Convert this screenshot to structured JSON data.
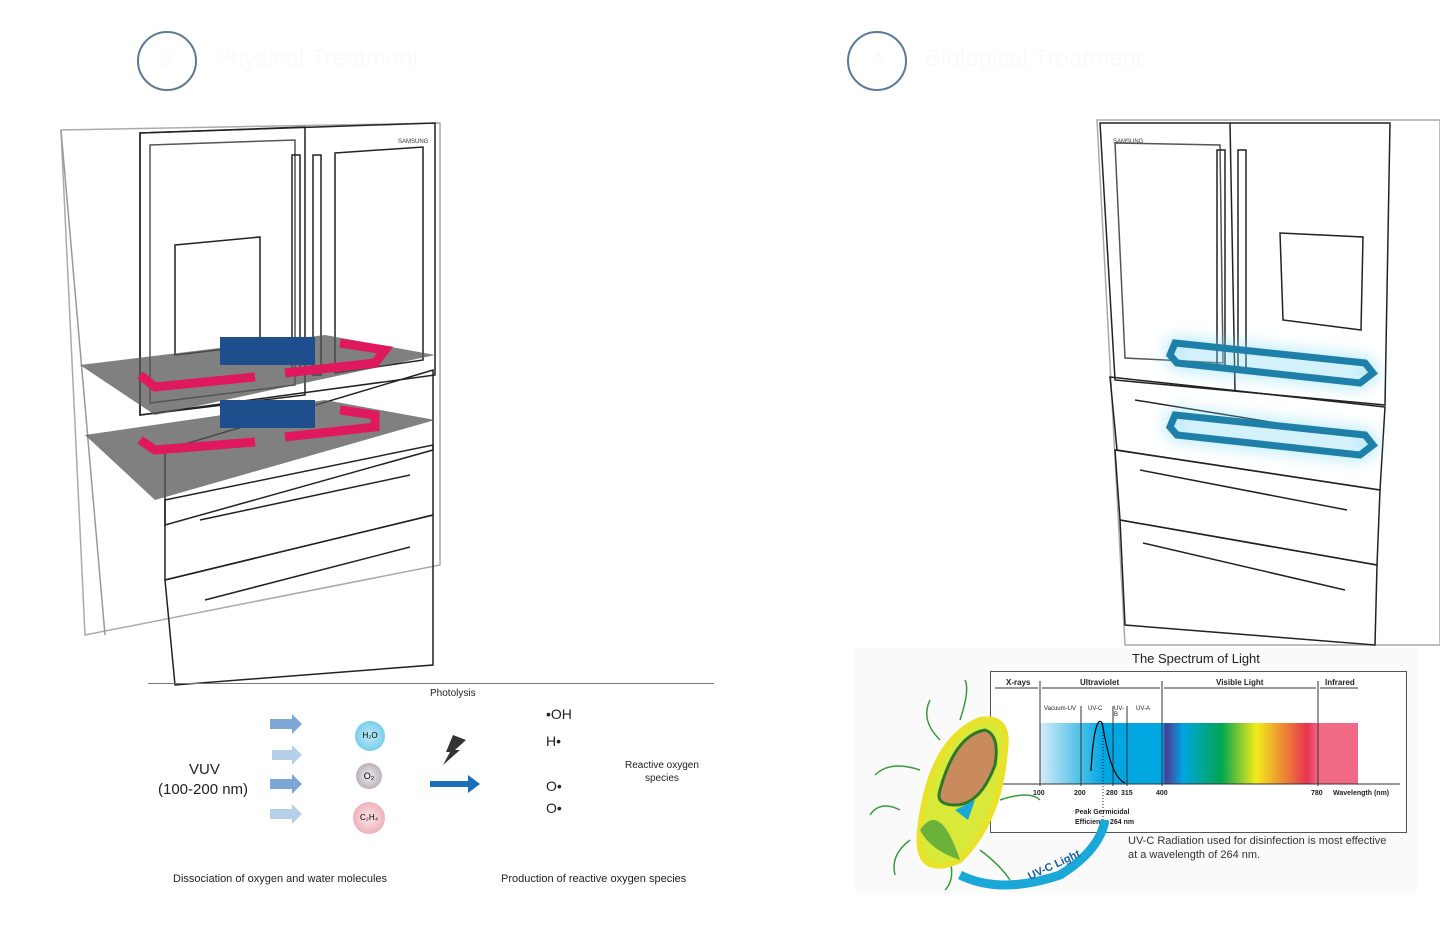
{
  "left_panel": {
    "step_number": "3",
    "heading": "Physical Treatment",
    "fridge_brand": "SAMSUNG",
    "photolysis": {
      "title": "Photolysis",
      "source_label": "VUV",
      "source_range": "(100-200 nm)",
      "molecules": [
        "H₂O",
        "O₂",
        "C₂H₄"
      ],
      "products": [
        "•OH",
        "H•",
        "O•",
        "O•"
      ],
      "bracket_label_line1": "Reactive oxygen",
      "bracket_label_line2": "species",
      "caption_left": "Dissociation of oxygen and water molecules",
      "caption_right": "Production of reactive oxygen species"
    }
  },
  "right_panel": {
    "step_number": "4",
    "heading": "Biological Treatment",
    "fridge_brand": "SAMSUNG",
    "spectrum": {
      "title": "The Spectrum of Light",
      "bands": [
        "X-rays",
        "Ultraviolet",
        "Visible Light",
        "Infrared"
      ],
      "uv_subbands": [
        "Vacuum-UV",
        "UV-C",
        "UV-B",
        "UV-A"
      ],
      "ticks": [
        "100",
        "200",
        "280",
        "315",
        "400",
        "780"
      ],
      "axis_label": "Wavelength (nm)",
      "peak_label_line1": "Peak Germicidal",
      "peak_label_line2": "Efficiency 264 nm",
      "caption_line1": "UV-C Radiation used for disinfection is most effective",
      "caption_line2": "at a wavelength of 264 nm.",
      "arc_label": "UV-C Light"
    }
  },
  "colors": {
    "airflow": "#e0195f",
    "filter": "#1f4e8c",
    "uv_ring": "#1e7fa8",
    "bracket": "#2b7fc2",
    "circle_border": "#5a7a96"
  }
}
